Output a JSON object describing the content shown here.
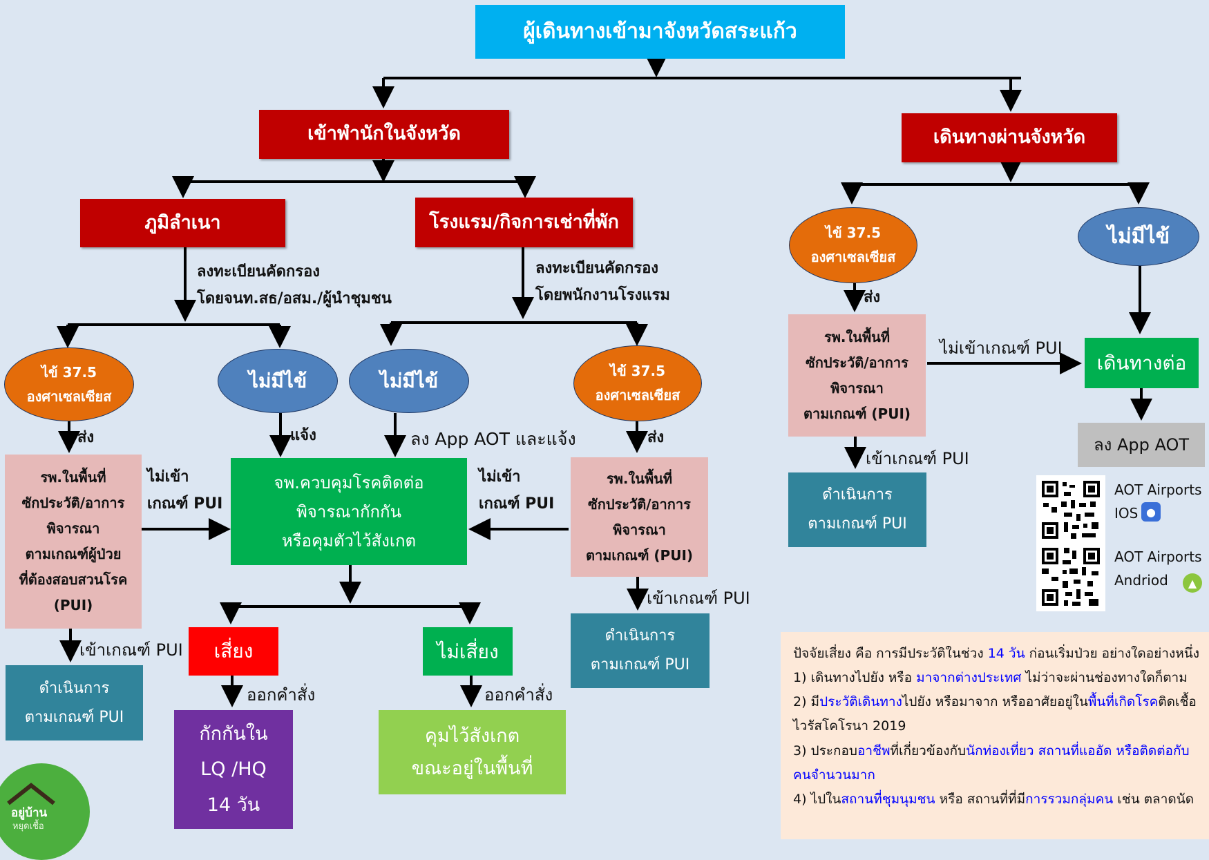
{
  "title": "ผู้เดินทางเข้ามาจังหวัดสระแก้ว",
  "stay": "เข้าพำนักในจังหวัด",
  "transit": "เดินทางผ่านจังหวัด",
  "hometown": "ภูมิลำเนา",
  "hotel": "โรงแรม/กิจการเช่าที่พัก",
  "reg_hometown": "ลงทะเบียนคัดกรอง\nโดยจนท.สธ/อสม./ผู้นำชุมชน",
  "reg_hotel": "ลงทะเบียนคัดกรอง\nโดยพนักงานโรงแรม",
  "fever": "ไข้ 37.5\nองศาเซลเซียส",
  "no_fever": "ไม่มีไข้",
  "send": "ส่ง",
  "notify": "แจ้ง",
  "app_notify": "ลง App AOT และแจ้ง",
  "hosp_left": "รพ.ในพื้นที่\nซักประวัติ/อาการ\nพิจารณา\nตามเกณฑ์ผู้ป่วย\nที่ต้องสอบสวนโรค\n(PUI)",
  "hosp_pui": "รพ.ในพื้นที่\nซักประวัติ/อาการ\nพิจารณา\nตามเกณฑ์ (PUI)",
  "not_meet_split": "ไม่เข้า\nเกณฑ์ PUI",
  "not_meet": "ไม่เข้าเกณฑ์ PUI",
  "meet": "เข้าเกณฑ์ PUI",
  "proceed_pui": "ดำเนินการ\nตามเกณฑ์ PUI",
  "center": "จพ.ควบคุมโรคติดต่อ\nพิจารณากักกัน\nหรือคุมตัวไว้สังเกต",
  "risk": "เสี่ยง",
  "no_risk": "ไม่เสี่ยง",
  "order": "ออกคำสั่ง",
  "quarantine": "กักกันใน\nLQ /HQ\n14 วัน",
  "observe": "คุมไว้สังเกต\nขณะอยู่ในพื้นที่",
  "continue": "เดินทางต่อ",
  "app_aot": "ลง App AOT",
  "qr_ios": "AOT Airports\nIOS",
  "qr_android": "AOT Airports\nAndriod",
  "icons": {
    "ios": "apple-icon",
    "android": "android-icon"
  },
  "info": {
    "line1_pre": "ปัจจัยเสี่ยง คือ การมีประวัติในช่วง ",
    "line1_hl": "14 วัน",
    "line1_post": " ก่อนเริ่มป่วย อย่างใดอย่างหนึ่ง",
    "line2_pre": "1) เดินทางไปยัง หรือ ",
    "line2_hl": "มาจากต่างประเทศ",
    "line2_post": " ไม่ว่าจะผ่านช่องทางใดก็ตาม",
    "line3_pre": "2) มี",
    "line3_hl1": "ประวัติเดินทาง",
    "line3_mid": "ไปยัง หรือมาจาก หรืออาศัยอยู่ใน",
    "line3_hl2": "พื้นที่เกิดโรค",
    "line3_post": "ติดเชื้อ",
    "line4": "ไวรัสโคโรนา 2019",
    "line5_pre": "3) ประกอบ",
    "line5_hl1": "อาชีพ",
    "line5_mid": "ที่เกี่ยวข้องกับ",
    "line5_hl2": "นักท่องเที่ยว  สถานที่แออัด หรือติดต่อกับ",
    "line6_hl": "คนจำนวนมาก",
    "line7_pre": "4) ไปใน",
    "line7_hl1": "สถานที่ชุมนุมชน",
    "line7_mid": " หรือ สถานที่ที่มี",
    "line7_hl2": "การรวมกลุ่มคน",
    "line7_post": " เช่น ตลาดนัด"
  },
  "logo": {
    "line1": "อยู่บ้าน",
    "line2": "หยุดเชื้อ"
  },
  "colors": {
    "background": "#dce6f2",
    "title": "#00b0f0",
    "red": "#c00000",
    "pink": "#e6b9b8",
    "teal": "#31849b",
    "green": "#00b050",
    "orange": "#e46c0a",
    "blue": "#4f81bd",
    "purple": "#7030a0",
    "lightgreen": "#92d050",
    "gray": "#bfbfbf",
    "info_bg": "#fde9d9",
    "highlight": "#0000ff"
  }
}
